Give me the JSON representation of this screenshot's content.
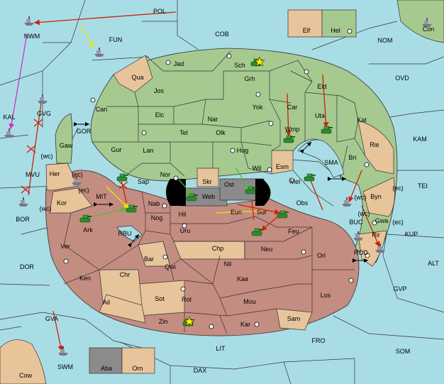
{
  "colors": {
    "sea": "#a9dde6",
    "green": "#a6c990",
    "tan": "#e7c49a",
    "red": "#c48d82",
    "grey": "#8b8b8b",
    "order_red": "#cc2200",
    "order_yellow": "#f2f200",
    "order_green": "#66cc33",
    "order_magenta": "#cc33cc"
  },
  "sea_labels": {
    "pol": "POL",
    "cob": "COB",
    "fun": "FUN",
    "nom": "NOM",
    "nwm": "NWM",
    "kal": "KAL",
    "gvg": "GVG",
    "gor": "GOR",
    "mvu": "MVU",
    "bor": "BOR",
    "mit": "MIT",
    "rbu": "RBU",
    "dor": "DOR",
    "gva": "GVA",
    "swm": "SWM",
    "lit": "LIT",
    "dax": "DAX",
    "fro": "FRO",
    "som": "SOM",
    "gvp": "GVP",
    "alt": "ALT",
    "kup": "KUP",
    "tei": "TEI",
    "kam": "KAM",
    "ovd": "OVD",
    "sma": "SMA",
    "buc": "BUC",
    "rod": "ROD"
  },
  "land_labels": {
    "con": "Con",
    "elf": "Elf",
    "hel": "Hel",
    "jad": "Jad",
    "sch": "Sch",
    "qua": "Qua",
    "jos": "Jos",
    "grh": "Grh",
    "eld": "Eld",
    "can": "Can",
    "elc": "Elc",
    "nar": "Nar",
    "yok": "Yok",
    "car": "Car",
    "uta": "Uta",
    "kat": "Kat",
    "tel": "Tel",
    "olk": "Olk",
    "wmp": "Wmp",
    "gaw": "Gaw",
    "gur": "Gur",
    "lan": "Lan",
    "hug": "Hug",
    "rie": "Rie",
    "esm": "Esm",
    "bri": "Bri",
    "nor": "Nor",
    "skr": "Skr",
    "wil": "Wil",
    "her": "Her",
    "sap": "Sap",
    "web": "Web",
    "ost": "Ost",
    "mel": "Mel",
    "byn": "Byn",
    "kor": "Kor",
    "obs": "Obs",
    "nab": "Nab",
    "eun": "Eun",
    "sur": "Sur",
    "gwa": "Gwa",
    "hil": "Hil",
    "nog": "Nog",
    "ark": "Ark",
    "uru": "Uru",
    "feu": "Feu",
    "rir": "Rir",
    "ver": "Ver",
    "chp": "Chp",
    "neu": "Neu",
    "orl": "Orl",
    "bar": "Bar",
    "qwi": "Qwi",
    "nil": "Nil",
    "ken": "Ken",
    "chr": "Chr",
    "kaa": "Kaa",
    "los": "Los",
    "ail": "Ail",
    "sot": "Sot",
    "rot": "Rot",
    "mou": "Mou",
    "zin": "Zin",
    "kar": "Kar",
    "sam": "Sam",
    "cow": "Cow",
    "aba": "Aba",
    "orn": "Orn"
  },
  "coast_labels": {
    "her_ec": "(ec)",
    "kor_ec": "(ec)",
    "kor_wc": "(wc)",
    "mvu_wc": "(wc)",
    "byn_ec": "(ec)",
    "byn_wc": "(wc)",
    "gwa_ec": "(ec)",
    "gwa_wc": "(wc)"
  },
  "units": {
    "fleets": [
      "Con",
      "NWM",
      "FUN",
      "KAL",
      "GVG",
      "BOR",
      "Her",
      "SWM",
      "Byn",
      "Rir"
    ],
    "armies": [
      "Sch",
      "Uta",
      "Wmp",
      "Sap",
      "Nab",
      "Ark",
      "Web",
      "Ost",
      "Sur",
      "Feu",
      "Mel",
      "Zin"
    ]
  }
}
